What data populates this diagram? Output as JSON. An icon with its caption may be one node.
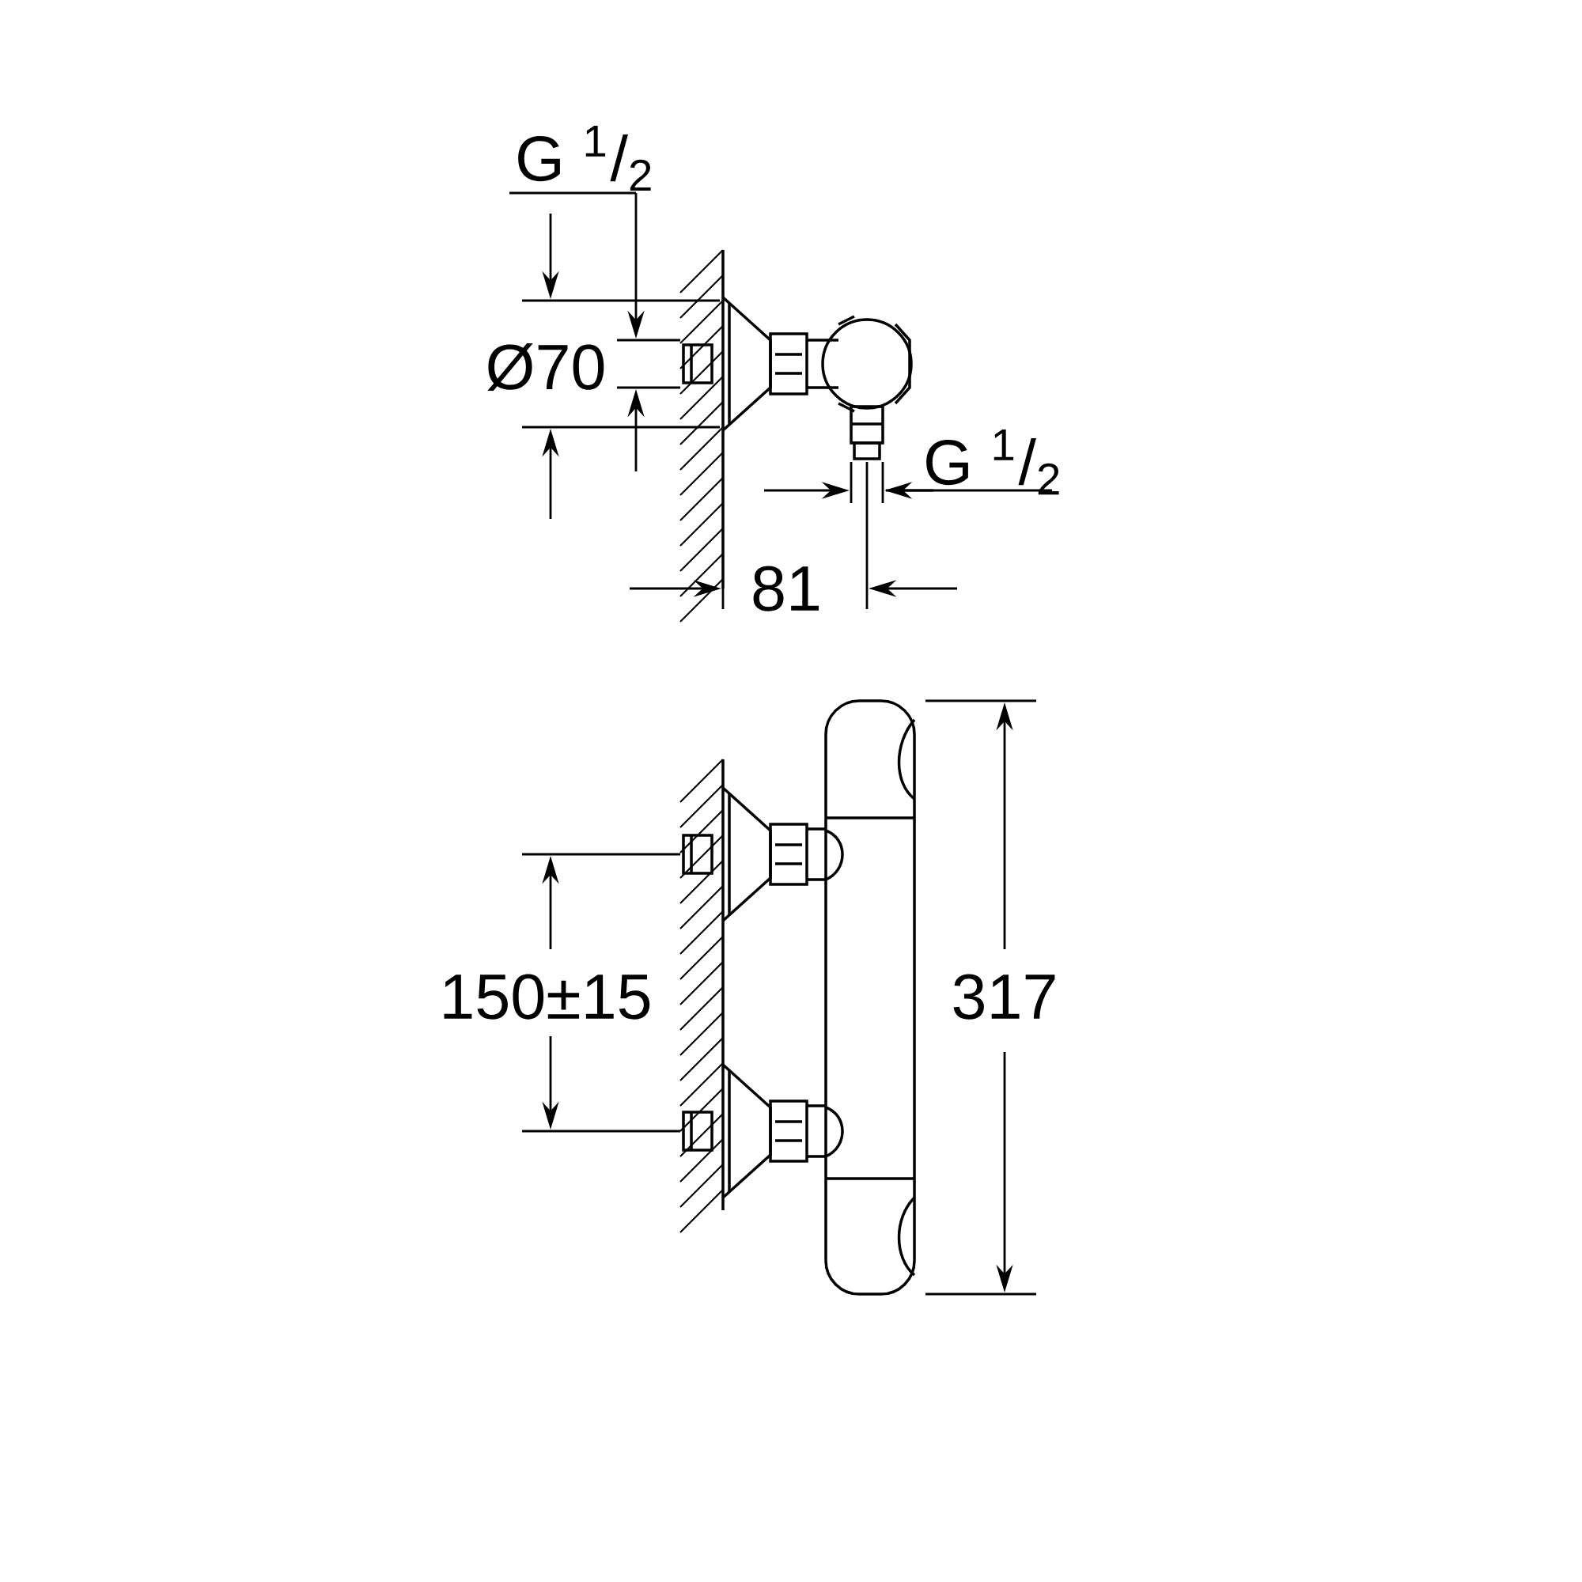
{
  "diagram": {
    "labels": [
      "G $^{1}$/$_{2}$",
      "Ø70",
      "G $^{1}$/$_{2}$",
      "81",
      "150±15",
      "317"
    ]
  }
}
